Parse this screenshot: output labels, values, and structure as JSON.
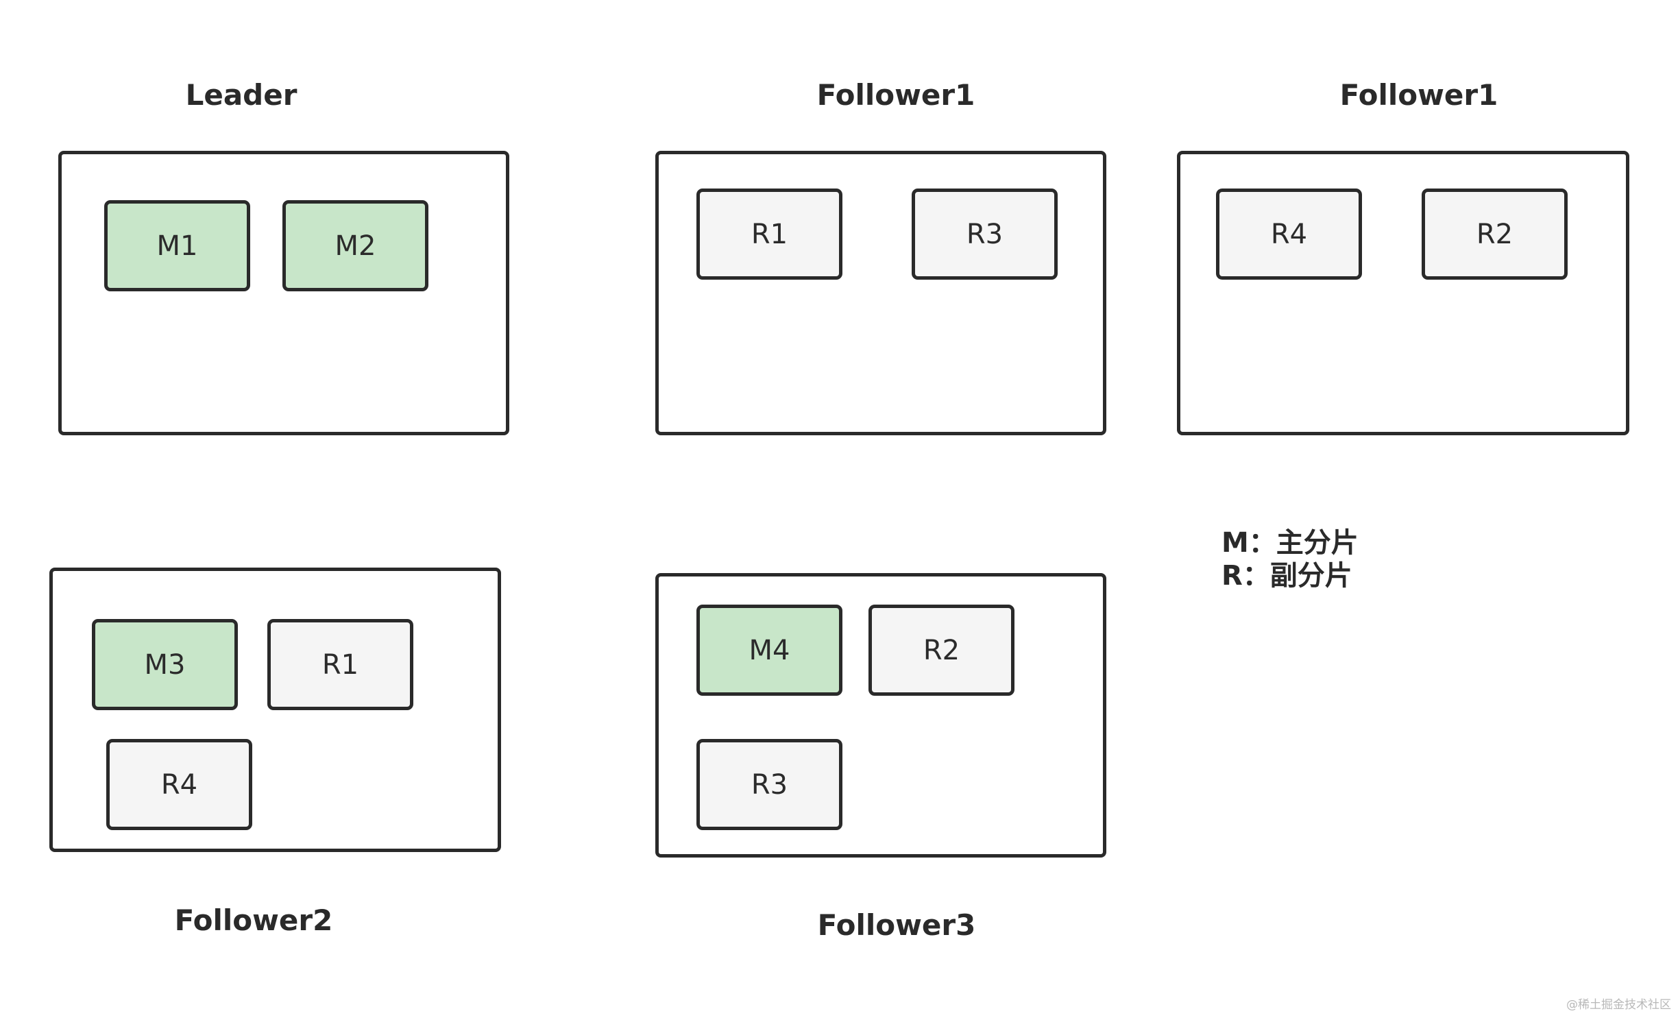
{
  "nodes": {
    "leader": {
      "title": "Leader",
      "shards": [
        "M1",
        "M2"
      ]
    },
    "follower1a": {
      "title": "Follower1",
      "shards": [
        "R1",
        "R3"
      ]
    },
    "follower1b": {
      "title": "Follower1",
      "shards": [
        "R4",
        "R2"
      ]
    },
    "follower2": {
      "title": "Follower2",
      "shards": [
        "M3",
        "R1",
        "R4"
      ]
    },
    "follower3": {
      "title": "Follower3",
      "shards": [
        "M4",
        "R2",
        "R3"
      ]
    }
  },
  "legend": {
    "primary": "M：主分片",
    "replica": "R：副分片"
  },
  "colors": {
    "primary_fill": "#c8e6c9",
    "replica_fill": "#f5f5f5",
    "border": "#2a2a2a"
  },
  "watermark": "@稀土掘金技术社区"
}
